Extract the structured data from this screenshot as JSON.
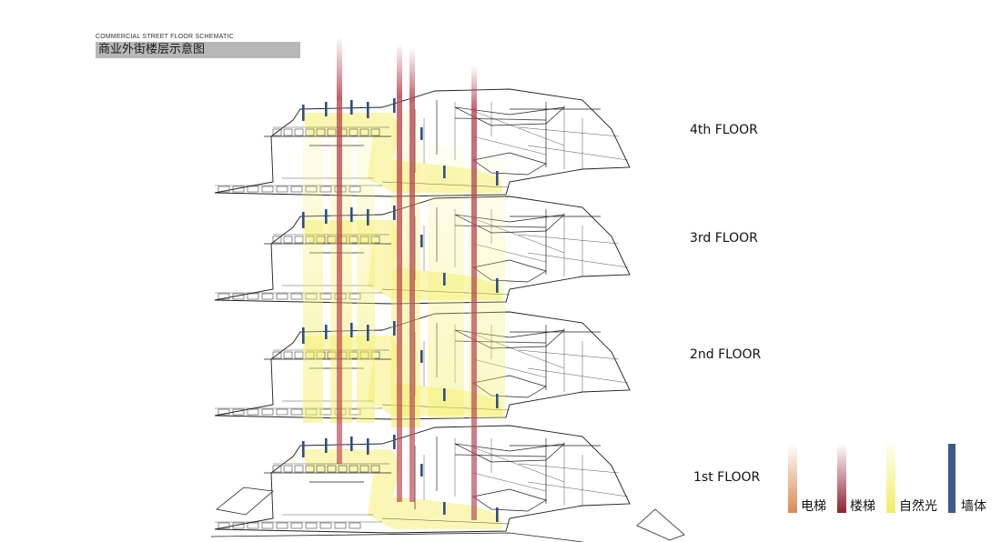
{
  "title": {
    "en": "COMMERCIAL STREET FLOOR SCHEMATIC",
    "zh": "商业外街楼层示意图"
  },
  "floors": [
    {
      "label": "4th FLOOR"
    },
    {
      "label": "3rd FLOOR"
    },
    {
      "label": "2nd FLOOR"
    },
    {
      "label": "1st FLOOR"
    }
  ],
  "legend": [
    {
      "label": "电梯",
      "color": "#d98a52",
      "kind": "elevator"
    },
    {
      "label": "楼梯",
      "color": "#8e2230",
      "kind": "stair"
    },
    {
      "label": "自然光",
      "color": "#f2ee6a",
      "kind": "daylight"
    },
    {
      "label": "墙体",
      "color": "#3d5a8a",
      "kind": "wall"
    }
  ],
  "colors": {
    "stair_shaft": "#b5404e",
    "daylight": "#f2ee6a",
    "wall_marker": "#2e4e86",
    "linework": "#1e1e1e"
  }
}
